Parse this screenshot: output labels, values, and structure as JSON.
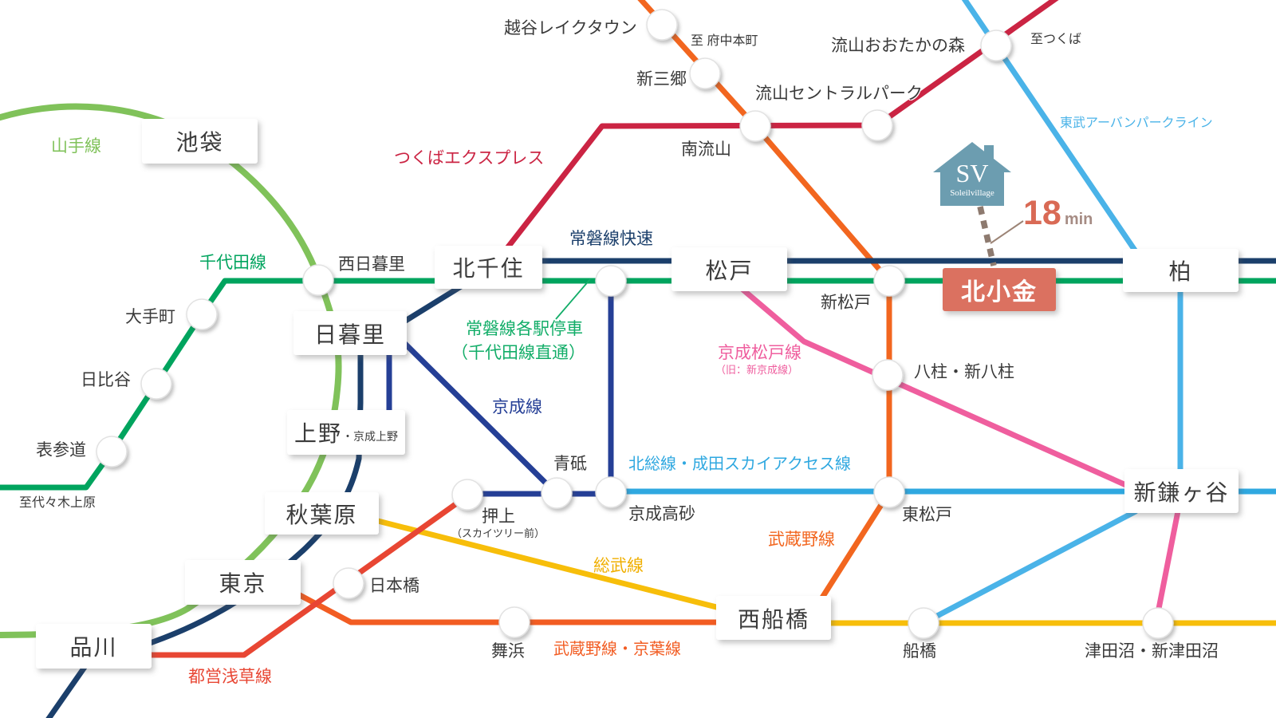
{
  "lines": {
    "yamanote": {
      "label": "山手線",
      "color": "#80C25A"
    },
    "chiyoda": {
      "label": "千代田線",
      "color": "#00A45E"
    },
    "joban_local": {
      "label": "常磐線各駅停車",
      "label2": "（千代田線直通）",
      "color": "#12AD68"
    },
    "joban_rapid": {
      "label": "常磐線快速",
      "color": "#1B3F6B"
    },
    "keisei": {
      "label": "京成線",
      "color": "#253F96"
    },
    "tx": {
      "label": "つくばエクスプレス",
      "color": "#CB2443"
    },
    "musashino": {
      "label": "武蔵野線",
      "color": "#F2661F"
    },
    "musashino_keiyo": {
      "label": "武蔵野線・京葉線",
      "color": "#F25C22"
    },
    "sobu": {
      "label": "総武線",
      "color": "#F7BE0A",
      "label_color": "#F0AF00"
    },
    "asakusa": {
      "label": "都営浅草線",
      "color": "#E84633"
    },
    "keisei_matsudo": {
      "label": "京成松戸線",
      "label2": "（旧：新京成線）",
      "color": "#EF5E9E"
    },
    "hokuso": {
      "label": "北総線・成田スカイアクセス線",
      "color": "#2FA8E0"
    },
    "tobu": {
      "label": "東武アーバンパークライン",
      "color": "#4AB3E8"
    }
  },
  "stations": {
    "ikebukuro": "池袋",
    "kitasenju": "北千住",
    "nippori": "日暮里",
    "ueno": "上野",
    "ueno_sub": "・京成上野",
    "akihabara": "秋葉原",
    "tokyo": "東京",
    "shinagawa": "品川",
    "matsudo": "松戸",
    "nishifunabashi": "西船橋",
    "kashiwa": "柏",
    "shinkamagaya": "新鎌ヶ谷",
    "kitakogane": "北小金",
    "nishinippori": "西日暮里",
    "otemachi": "大手町",
    "hibiya": "日比谷",
    "omotesando": "表参道",
    "shinmatsudo": "新松戸",
    "yabashira": "八柱・新八柱",
    "higashimatsudo": "東松戸",
    "aoto": "青砥",
    "keisei_takasago": "京成高砂",
    "oshiage": "押上",
    "oshiage_sub": "（スカイツリー前）",
    "nihombashi": "日本橋",
    "maihama": "舞浜",
    "funabashi": "船橋",
    "tsudanuma": "津田沼・新津田沼",
    "koshigaya_laketown": "越谷レイクタウン",
    "shinmisato": "新三郷",
    "minami_nagareyama": "南流山",
    "nagareyama_central_park": "流山セントラルパーク",
    "nagareyama_otakanomori": "流山おおたかの森"
  },
  "directions": {
    "fuchuhommachi": "至 府中本町",
    "tsukuba": "至つくば",
    "yoyogiuehara": "至代々木上原"
  },
  "badge": {
    "initials": "SV",
    "brand": "Soleilvillage",
    "time_value": "18",
    "time_unit": "min",
    "house_color": "#6C9DB0",
    "accent_color": "#D96A55",
    "dash_color": "#8D7A6F"
  },
  "highlight": {
    "color": "#DB7160"
  }
}
